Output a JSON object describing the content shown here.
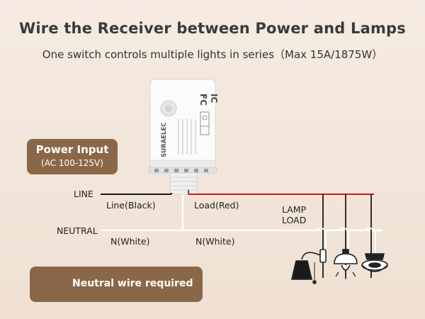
{
  "header": {
    "title": "Wire the Receiver between Power and Lamps",
    "subtitle": "One switch controls multiple lights in series（Max 15A/1875W）"
  },
  "power_badge": {
    "title": "Power Input",
    "sub": "(AC 100-125V)"
  },
  "device": {
    "brand": "SURAELEC",
    "cert_ic": "IC",
    "cert_fc": "FC"
  },
  "wires": {
    "line": "LINE",
    "neutral": "NEUTRAL",
    "line_black": "Line(Black)",
    "load_red": "Load(Red)",
    "n_white_1": "N(White)",
    "n_white_2": "N(White)",
    "lamp_load_1": "LAMP",
    "lamp_load_2": "LOAD"
  },
  "notice": {
    "text": "Neutral wire required",
    "icon": "warning-icon"
  },
  "colors": {
    "badge_bg": "#8a6748",
    "load_wire": "#c81e1e",
    "line_wire": "#1a1a1a",
    "neutral_wire": "#ffffff",
    "warning_yellow": "#f4c430"
  }
}
